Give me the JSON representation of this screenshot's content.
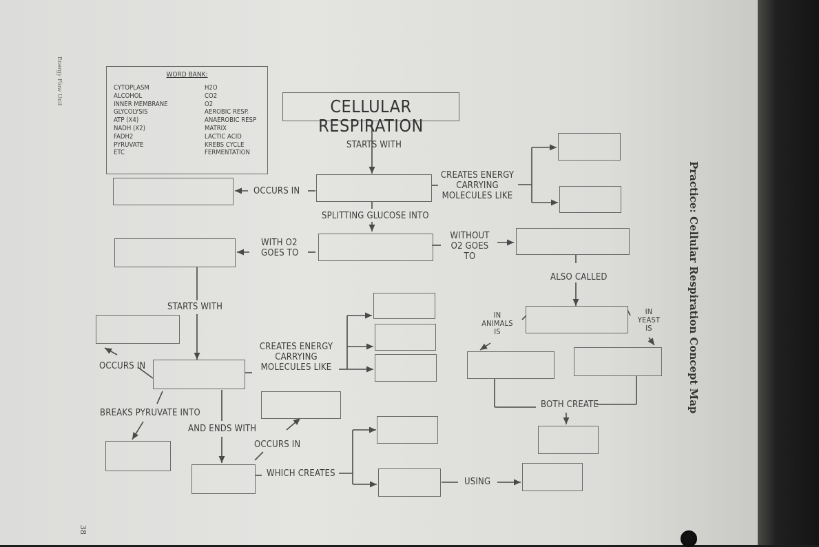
{
  "page": {
    "title": "CELLULAR RESPIRATION",
    "side_title": "Practice: Cellular Respiration Concept Map",
    "unit_label": "Energy Flow Unit",
    "page_number": "38"
  },
  "word_bank": {
    "title": "WORD BANK:",
    "col1": [
      "CYTOPLASM",
      "ALCOHOL",
      "INNER MEMBRANE",
      "GLYCOLYSIS",
      "ATP (X4)",
      "NADH (X2)",
      "FADH2",
      "PYRUVATE",
      "ETC"
    ],
    "col2": [
      "H2O",
      "CO2",
      "O2",
      "AEROBIC RESP.",
      "ANAEROBIC RESP",
      "MATRIX",
      "LACTIC ACID",
      "KREBS CYCLE",
      "FERMENTATION"
    ]
  },
  "labels": {
    "starts_with_1": "STARTS WITH",
    "occurs_in_1": "OCCURS IN",
    "creates_energy_1": "CREATES ENERGY\nCARRYING\nMOLECULES LIKE",
    "splitting": "SPLITTING GLUCOSE INTO",
    "with_o2": "WITH O2\nGOES TO",
    "without_o2": "WITHOUT\nO2 GOES\nTO",
    "also_called": "ALSO CALLED",
    "starts_with_2": "STARTS WITH",
    "creates_energy_2": "CREATES ENERGY\nCARRYING\nMOLECULES LIKE",
    "in_animals": "IN\nANIMALS\nIS",
    "in_yeast": "IN\nYEAST\nIS",
    "occurs_in_2": "OCCURS IN",
    "breaks_pyruvate": "BREAKS PYRUVATE INTO",
    "ends_with": "AND ENDS WITH",
    "occurs_in_3": "OCCURS IN",
    "which_creates": "WHICH CREATES",
    "using": "USING",
    "both_create": "BOTH CREATE"
  }
}
